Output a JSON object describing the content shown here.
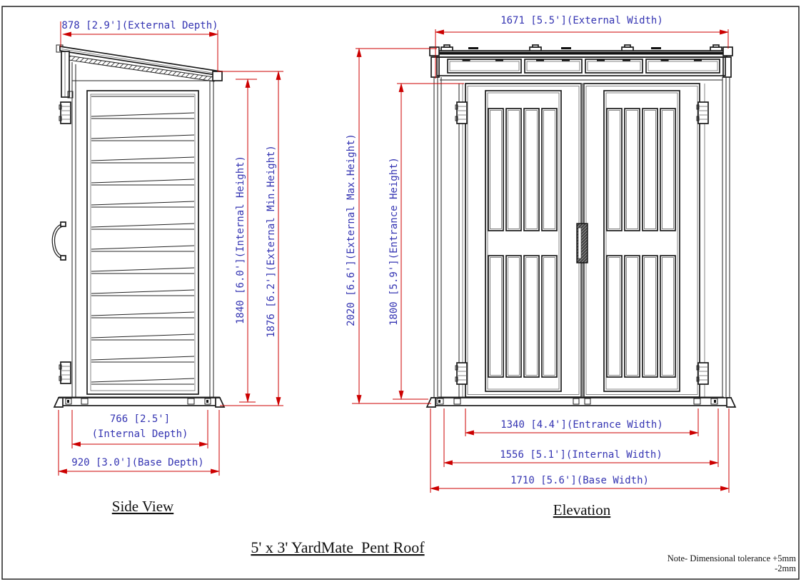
{
  "sheet": {
    "title": "5' x 3' YardMate  Pent Roof",
    "note_line1": "Note- Dimensional tolerance +5mm",
    "note_line2": "-2mm"
  },
  "views": {
    "side_label": "Side View",
    "elevation_label": "Elevation"
  },
  "dimensions": {
    "side": {
      "external_depth": "878 [2.9'](External Depth)",
      "internal_height": "1840 [6.0'](Internal Height)",
      "external_min_height": "1876 [6.2'](External Min.Height)",
      "internal_depth_value": "766 [2.5']",
      "internal_depth_label": "(Internal Depth)",
      "base_depth": "920 [3.0'](Base Depth)"
    },
    "elevation": {
      "external_width": "1671 [5.5'](External Width)",
      "external_max_height": "2020 [6.6'](External Max.Height)",
      "entrance_height": "1800 [5.9'](Entrance Height)",
      "entrance_width": "1340 [4.4'](Entrance Width)",
      "internal_width": "1556 [5.1'](Internal Width)",
      "base_width": "1710 [5.6'](Base Width)"
    }
  },
  "colors": {
    "dimension_line": "#cc0000",
    "dimension_text": "#3434b2",
    "drawing_line": "#1a1a1a",
    "background": "#ffffff"
  }
}
